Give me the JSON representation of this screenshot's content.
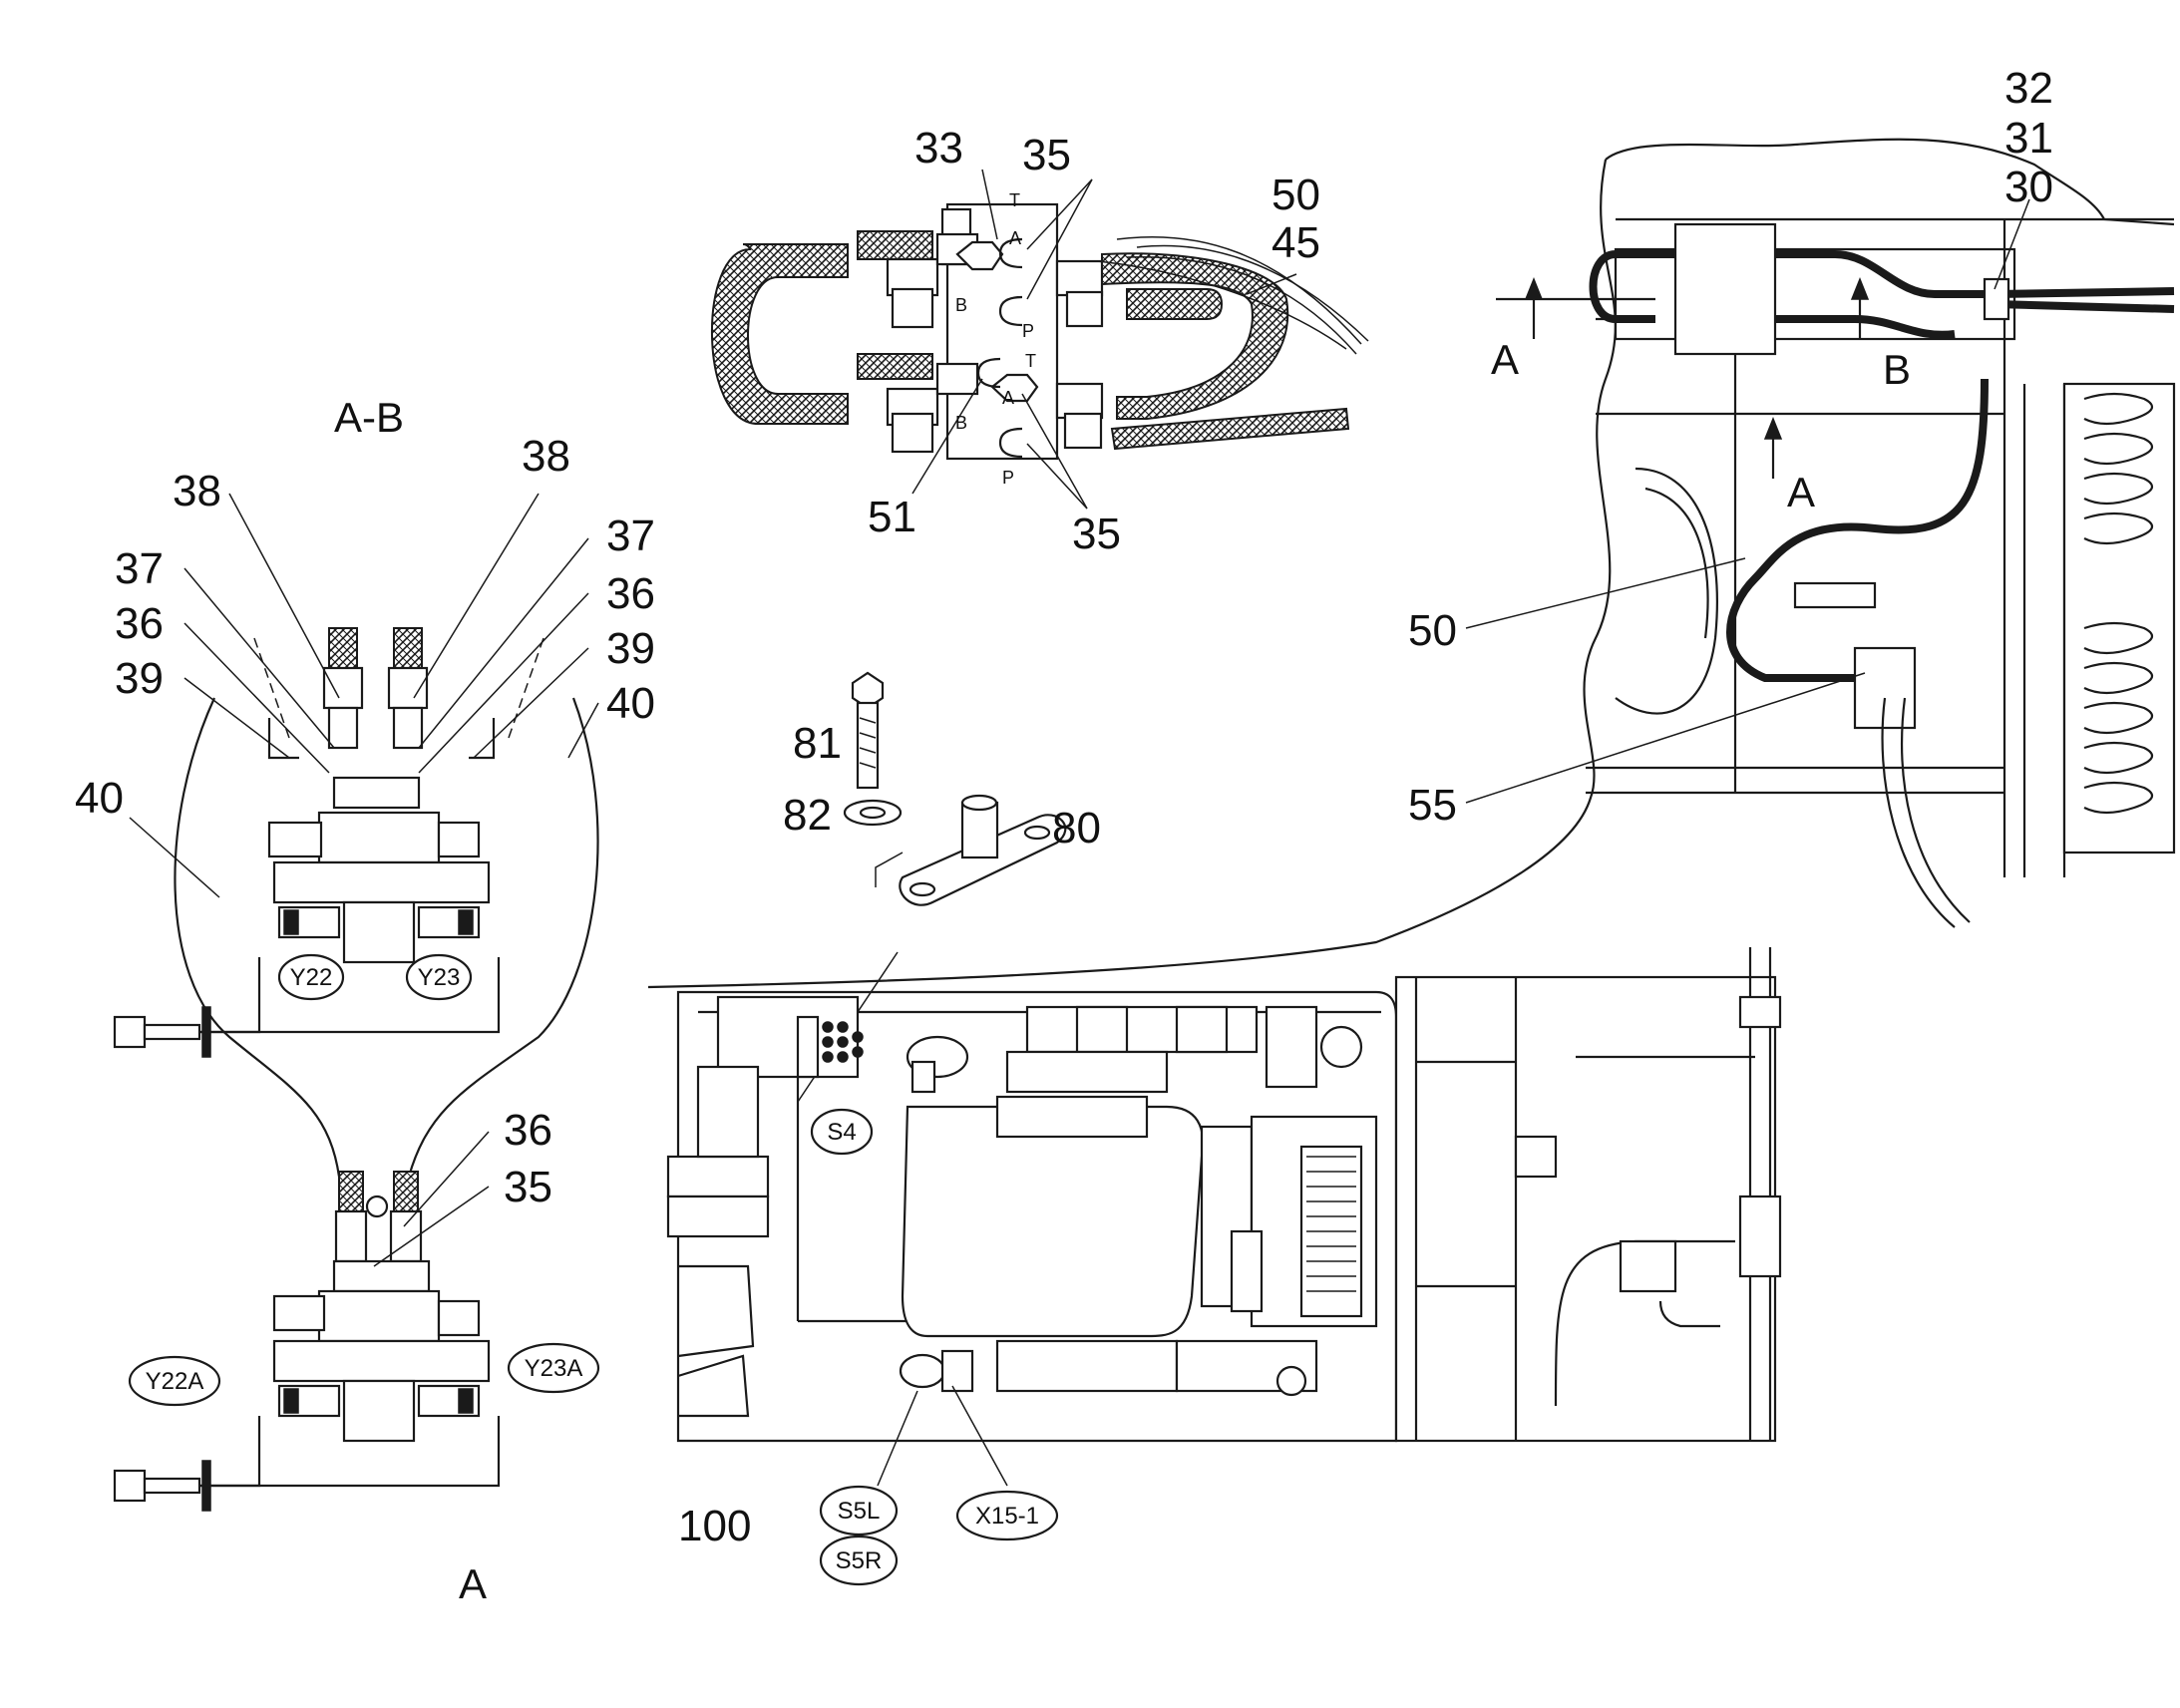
{
  "views": {
    "section_ab": "A-B",
    "view_a_bottom": "A",
    "arrow_a1": "A",
    "arrow_a2": "A",
    "arrow_b": "B"
  },
  "callouts": {
    "c33": "33",
    "c35_top": "35",
    "c50_top": "50",
    "c45": "45",
    "c51": "51",
    "c35_mid": "35",
    "c32": "32",
    "c31": "31",
    "c30": "30",
    "c50_right": "50",
    "c55": "55",
    "c38_left": "38",
    "c38_right": "38",
    "c37_left": "37",
    "c37_right": "37",
    "c36_left": "36",
    "c36_right": "36",
    "c39_left": "39",
    "c39_right": "39",
    "c40_left": "40",
    "c40_right": "40",
    "c36_lower": "36",
    "c35_lower": "35",
    "c81": "81",
    "c82": "82",
    "c80": "80",
    "c100": "100"
  },
  "tags": {
    "y22": "Y22",
    "y23": "Y23",
    "y22a": "Y22A",
    "y23a": "Y23A",
    "s4": "S4",
    "s5l": "S5L",
    "s5r": "S5R",
    "x15_1": "X15-1"
  },
  "ports": {
    "t1": "T",
    "a1": "A",
    "b1": "B",
    "p1": "P",
    "t2": "T",
    "a2": "A",
    "b2": "B",
    "p2": "P"
  }
}
